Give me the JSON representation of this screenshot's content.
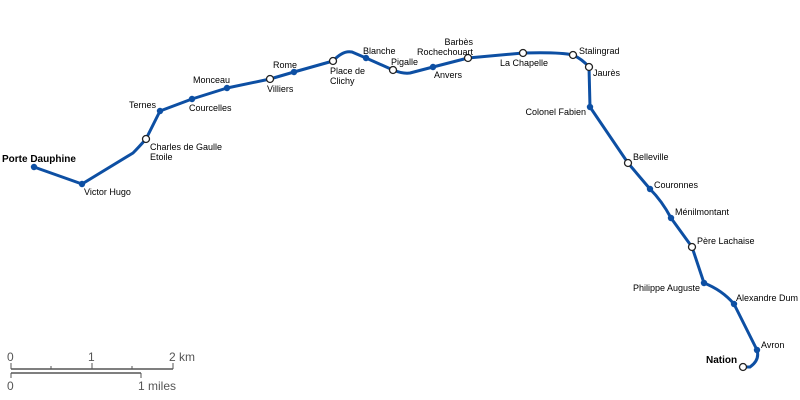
{
  "map": {
    "line_color": "#0d4fa3",
    "stations": [
      {
        "name": "Porte Dauphine",
        "terminus": true,
        "interchange": false
      },
      {
        "name": "Victor Hugo",
        "terminus": false,
        "interchange": false
      },
      {
        "name": "Charles de Gaulle",
        "name2": "Etoile",
        "terminus": false,
        "interchange": true
      },
      {
        "name": "Ternes",
        "terminus": false,
        "interchange": false
      },
      {
        "name": "Courcelles",
        "terminus": false,
        "interchange": false
      },
      {
        "name": "Monceau",
        "terminus": false,
        "interchange": false
      },
      {
        "name": "Villiers",
        "terminus": false,
        "interchange": true
      },
      {
        "name": "Rome",
        "terminus": false,
        "interchange": false
      },
      {
        "name": "Place de",
        "name2": "Clichy",
        "terminus": false,
        "interchange": true
      },
      {
        "name": "Blanche",
        "terminus": false,
        "interchange": false
      },
      {
        "name": "Pigalle",
        "terminus": false,
        "interchange": true
      },
      {
        "name": "Anvers",
        "terminus": false,
        "interchange": false
      },
      {
        "name": "Barbès",
        "name2": "Rochechouart",
        "terminus": false,
        "interchange": true
      },
      {
        "name": "La Chapelle",
        "terminus": false,
        "interchange": true
      },
      {
        "name": "Stalingrad",
        "terminus": false,
        "interchange": true
      },
      {
        "name": "Jaurès",
        "terminus": false,
        "interchange": true
      },
      {
        "name": "Colonel Fabien",
        "terminus": false,
        "interchange": false
      },
      {
        "name": "Belleville",
        "terminus": false,
        "interchange": true
      },
      {
        "name": "Couronnes",
        "terminus": false,
        "interchange": false
      },
      {
        "name": "Ménilmontant",
        "terminus": false,
        "interchange": false
      },
      {
        "name": "Père Lachaise",
        "terminus": false,
        "interchange": true
      },
      {
        "name": "Philippe Auguste",
        "terminus": false,
        "interchange": false
      },
      {
        "name": "Alexandre Dum",
        "terminus": false,
        "interchange": false
      },
      {
        "name": "Avron",
        "terminus": false,
        "interchange": false
      },
      {
        "name": "Nation",
        "terminus": true,
        "interchange": true
      }
    ]
  },
  "scale_bar": {
    "km_labels": [
      "0",
      "1",
      "2 km"
    ],
    "mile_labels": [
      "0",
      "1 miles"
    ]
  }
}
